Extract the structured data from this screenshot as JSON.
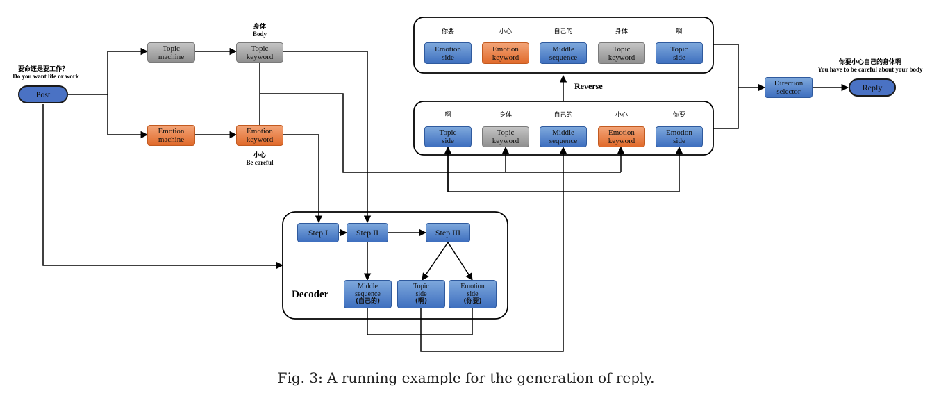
{
  "caption": "Fig. 3: A running example for the generation of reply.",
  "input": {
    "post_label": "Post",
    "question_cn": "要命还是要工作？",
    "question_en": "Do you want life or work"
  },
  "machines": {
    "topic_machine": "Topic\nmachine",
    "emotion_machine": "Emotion\nmachine",
    "topic_keyword": "Topic\nkeyword",
    "emotion_keyword": "Emotion\nkeyword",
    "topic_kw_cn": "身体",
    "topic_kw_en": "Body",
    "emotion_kw_cn": "小心",
    "emotion_kw_en": "Be careful"
  },
  "decoder": {
    "title": "Decoder",
    "step1": "Step I",
    "step2": "Step II",
    "step3": "Step III",
    "middle": "Middle\nsequence",
    "middle_cn": "(自己的)",
    "topic_side": "Topic\nside",
    "topic_cn": "(啊)",
    "emotion_side": "Emotion\nside",
    "emotion_cn": "(你要)"
  },
  "forward_seq": {
    "labels_cn": [
      "啊",
      "身体",
      "自己的",
      "小心",
      "你要"
    ],
    "boxes": [
      "Topic\nside",
      "Topic\nkeyword",
      "Middle\nsequence",
      "Emotion\nkeyword",
      "Emotion\nside"
    ]
  },
  "reverse_seq": {
    "title": "Reverse",
    "labels_cn": [
      "你要",
      "小心",
      "自己的",
      "身体",
      "啊"
    ],
    "boxes": [
      "Emotion\nside",
      "Emotion\nkeyword",
      "Middle\nsequence",
      "Topic\nkeyword",
      "Topic\nside"
    ]
  },
  "output": {
    "selector": "Direction\nselector",
    "reply_label": "Reply",
    "reply_cn": "你要小心自己的身体啊",
    "reply_en": "You have to be careful about your body"
  },
  "colors": {
    "blue": "#4a7bc8",
    "gray": "#9a9a9a",
    "orange": "#e8763a"
  }
}
